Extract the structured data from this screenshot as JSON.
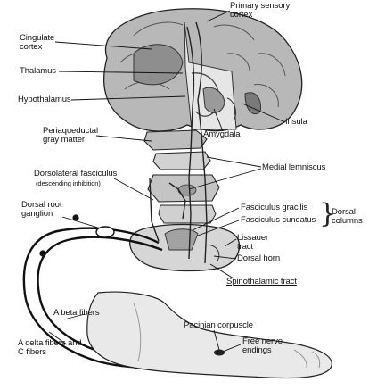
{
  "labels": {
    "primary_sensory_cortex": "Primary sensory\ncortex",
    "cingulate_cortex": "Cingulate\ncortex",
    "thalamus": "Thalamus",
    "hypothalamus": "Hypothalamus",
    "insula": "Insula",
    "amygdala": "Amygdala",
    "periaqueductal_gray": "Periaqueductal\ngray matter",
    "medial_lemniscus": "Medial lemniscus",
    "dorsolateral_fasciculus": "Dorsolateral fasciculus",
    "descending_inhibition": "(descending inhibition)",
    "dorsal_root_ganglion": "Dorsal root\nganglion",
    "fasciculus_gracilis": "Fasciculus gracilis",
    "fasciculus_cuneatus": "Fasciculus cuneatus",
    "dorsal_columns": "Dorsal\ncolumns",
    "lissauer_tract": "Lissauer\ntract",
    "dorsal_horn": "Dorsal horn",
    "spinothalamic_tract": "Spinothalamic tract",
    "a_beta_fibers": "A beta fibers",
    "a_delta_c_fibers": "A delta fibers and\nC fibers",
    "pacinian_corpuscle": "Pacinian corpuscle",
    "free_nerve_endings": "Free nerve\nendings"
  },
  "colors": {
    "ink": "#111111",
    "shade_dark": "#6e6e6e",
    "shade_mid": "#a8a8a8",
    "shade_light": "#d8d8d8",
    "background": "#ffffff"
  }
}
